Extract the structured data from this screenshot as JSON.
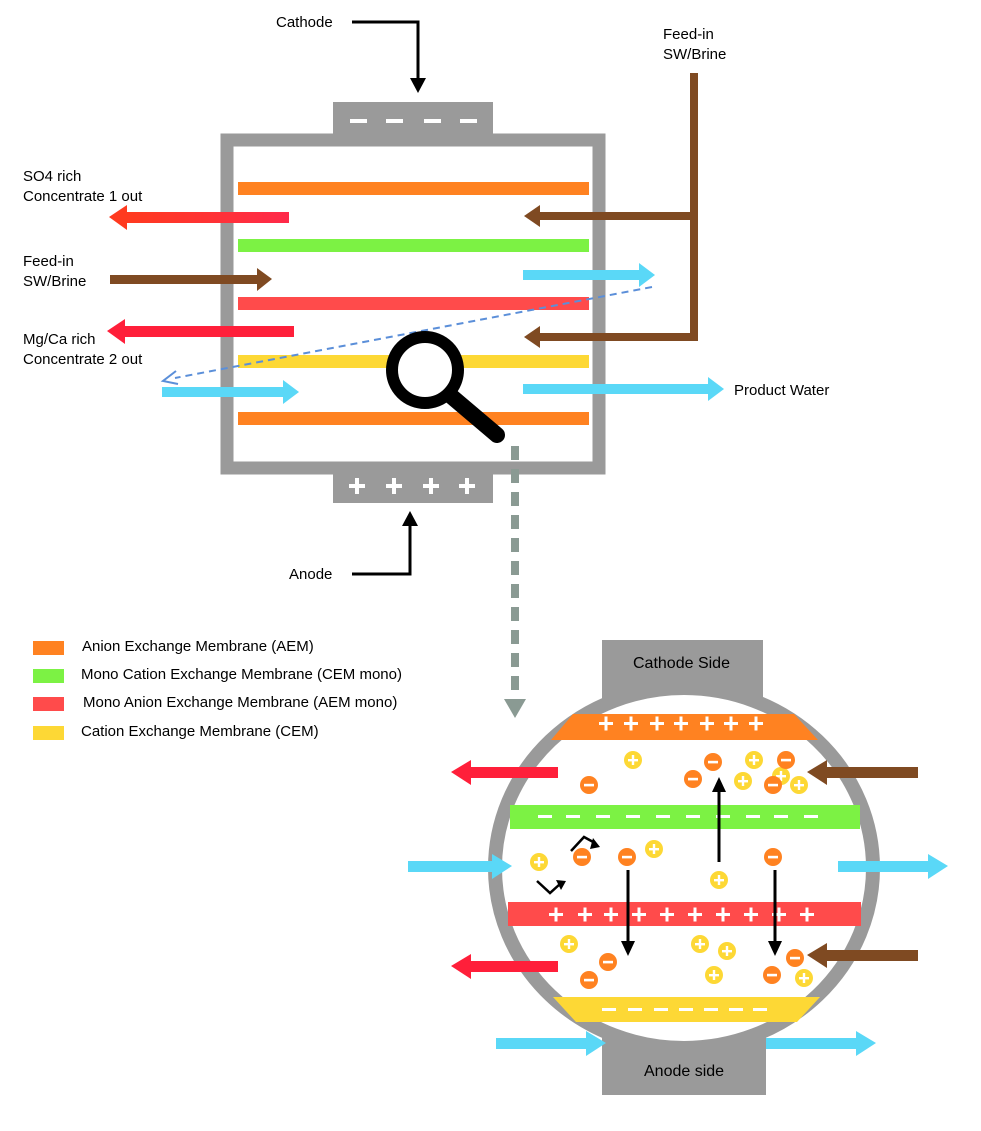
{
  "labels": {
    "cathode": "Cathode",
    "anode": "Anode",
    "feed_in_top": "Feed-in\nSW/Brine",
    "feed_in_left": "Feed-in\nSW/Brine",
    "so4_out": "SO4 rich\nConcentrate 1 out",
    "mgca_out": "Mg/Ca rich\nConcentrate 2 out",
    "product_water": "Product Water",
    "cathode_side": "Cathode Side",
    "anode_side": "Anode side"
  },
  "legend": [
    {
      "label": "Anion Exchange Membrane (AEM)",
      "color": "#ff8221"
    },
    {
      "label": "Mono Cation Exchange Membrane (CEM mono)",
      "color": "#7cf244"
    },
    {
      "label": "Mono Anion Exchange Membrane (AEM mono)",
      "color": "#ff4b4b"
    },
    {
      "label": "Cation Exchange Membrane (CEM)",
      "color": "#fdd835"
    }
  ],
  "colors": {
    "frame": "#9a9a9a",
    "aem": "#ff8221",
    "cem_mono": "#7cf244",
    "aem_mono": "#ff4b4b",
    "cem": "#fdd835",
    "feed_brown": "#7f4a22",
    "product_blue": "#5ad8f7",
    "concentrate_red": "#ff1f3a",
    "dashed_arrow": "#8a9a93",
    "zoom_line": "#5b8fd9"
  },
  "icons": [
    "magnifier-icon",
    "cation-icon",
    "anion-icon"
  ]
}
